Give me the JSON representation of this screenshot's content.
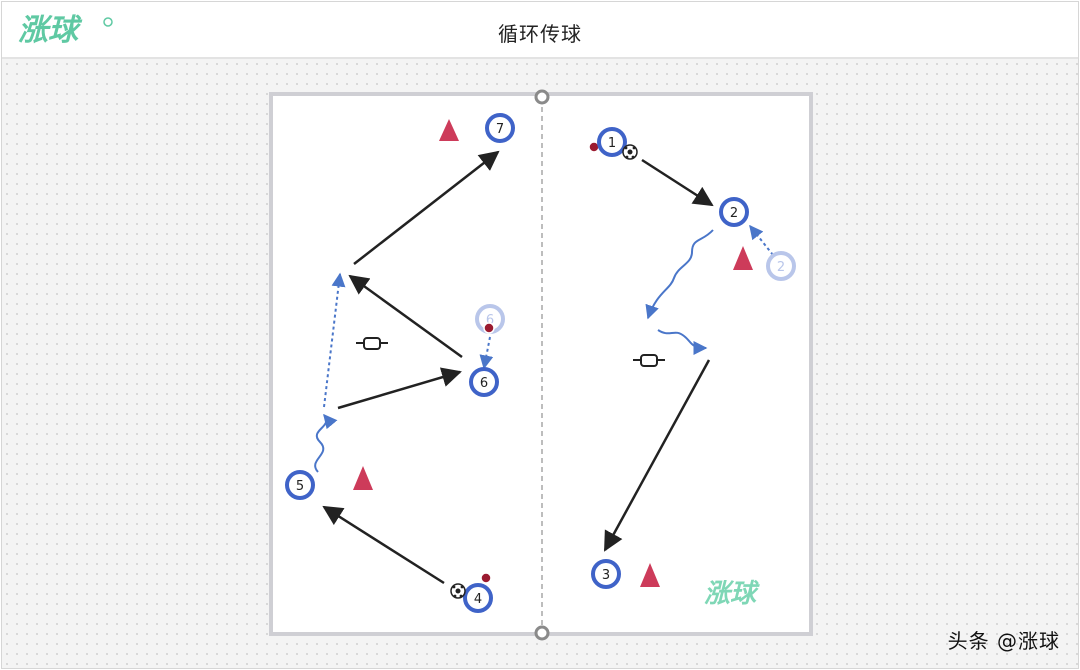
{
  "header": {
    "title": "循环传球",
    "logo_text": "涨球",
    "logo_color": "#5fc9a3"
  },
  "pitch": {
    "players_left": [
      "7",
      "6",
      "5",
      "4"
    ],
    "players_right": [
      "1",
      "2",
      "3"
    ],
    "ghost_players": [
      "6",
      "2"
    ],
    "field_logo_text": "涨球"
  },
  "watermark": "头条 @涨球",
  "colors": {
    "player_ring": "#3f63c8",
    "ghost_ring": "#b9c6ea",
    "cone": "#cd3b5a",
    "arrow": "#222222",
    "dribble": "#4a76c9"
  },
  "icons": [
    "soccer-ball-icon",
    "cone-icon",
    "mini-goal-icon",
    "pinnie-icon"
  ]
}
